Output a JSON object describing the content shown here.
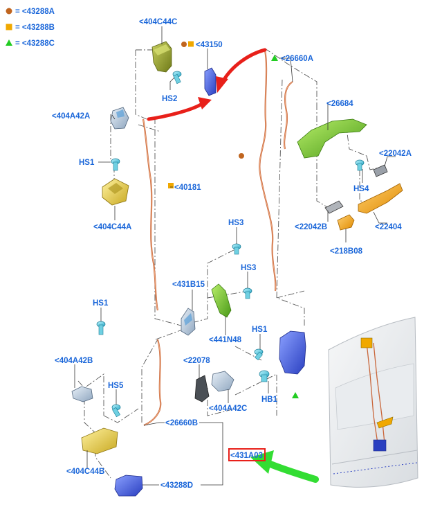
{
  "legend": [
    {
      "marker": "dot",
      "color": "#c0651f",
      "text": "= <43288A"
    },
    {
      "marker": "square",
      "color": "#f0a800",
      "text": "= <43288B"
    },
    {
      "marker": "triangle",
      "color": "#22cc22",
      "text": "= <43288C"
    }
  ],
  "labels": {
    "p404C44C": "<404C44C",
    "p43150": "<43150",
    "hs2": "HS2",
    "p404A42A": "<404A42A",
    "hs1_a": "HS1",
    "p404C44A": "<404C44A",
    "p40181": "<40181",
    "p26660A": "<26660A",
    "p26684": "<26684",
    "p22042A": "<22042A",
    "hs4": "HS4",
    "p22042B": "<22042B",
    "p22404": "<22404",
    "p218B08": "<218B08",
    "hs3_a": "HS3",
    "hs3_b": "HS3",
    "p431B15": "<431B15",
    "p441N48": "<441N48",
    "hs1_b": "HS1",
    "p404A42B": "<404A42B",
    "hs1_c": "HS1",
    "p22078": "<22078",
    "p404A42C": "<404A42C",
    "hb1": "HB1",
    "hs5": "HS5",
    "p404C44B": "<404C44B",
    "p26660B": "<26660B",
    "p431A03": "<431A03",
    "p43288D": "<43288D"
  },
  "colors": {
    "label": "#1a66d9",
    "callout_arrow_red": "#e8201a",
    "callout_arrow_green": "#33dd33",
    "highlight_box": "#e8201a",
    "cable": "#c9663a"
  }
}
